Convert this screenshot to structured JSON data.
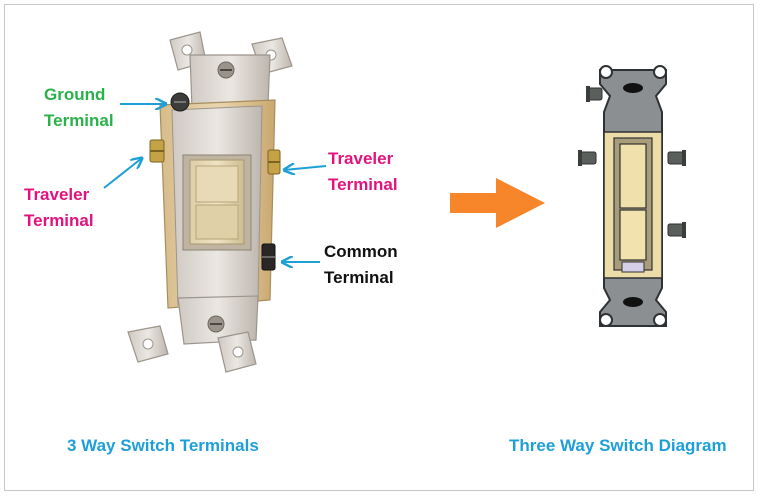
{
  "labels": {
    "ground": [
      "Ground",
      "Terminal"
    ],
    "traveler_left": [
      "Traveler",
      "Terminal"
    ],
    "traveler_right": [
      "Traveler",
      "Terminal"
    ],
    "common": [
      "Common",
      "Terminal"
    ]
  },
  "captions": {
    "left": "3 Way Switch Terminals",
    "right": "Three Way Switch Diagram"
  },
  "colors": {
    "ground": "#2ab24a",
    "traveler": "#e0137f",
    "common": "#111111",
    "caption": "#1e9fd8",
    "arrow": "#f7862a",
    "pointer": "#1e9fd8"
  },
  "icons": {
    "main_arrow": "right-arrow-icon",
    "pointers": "pointer-arrow-icon"
  }
}
